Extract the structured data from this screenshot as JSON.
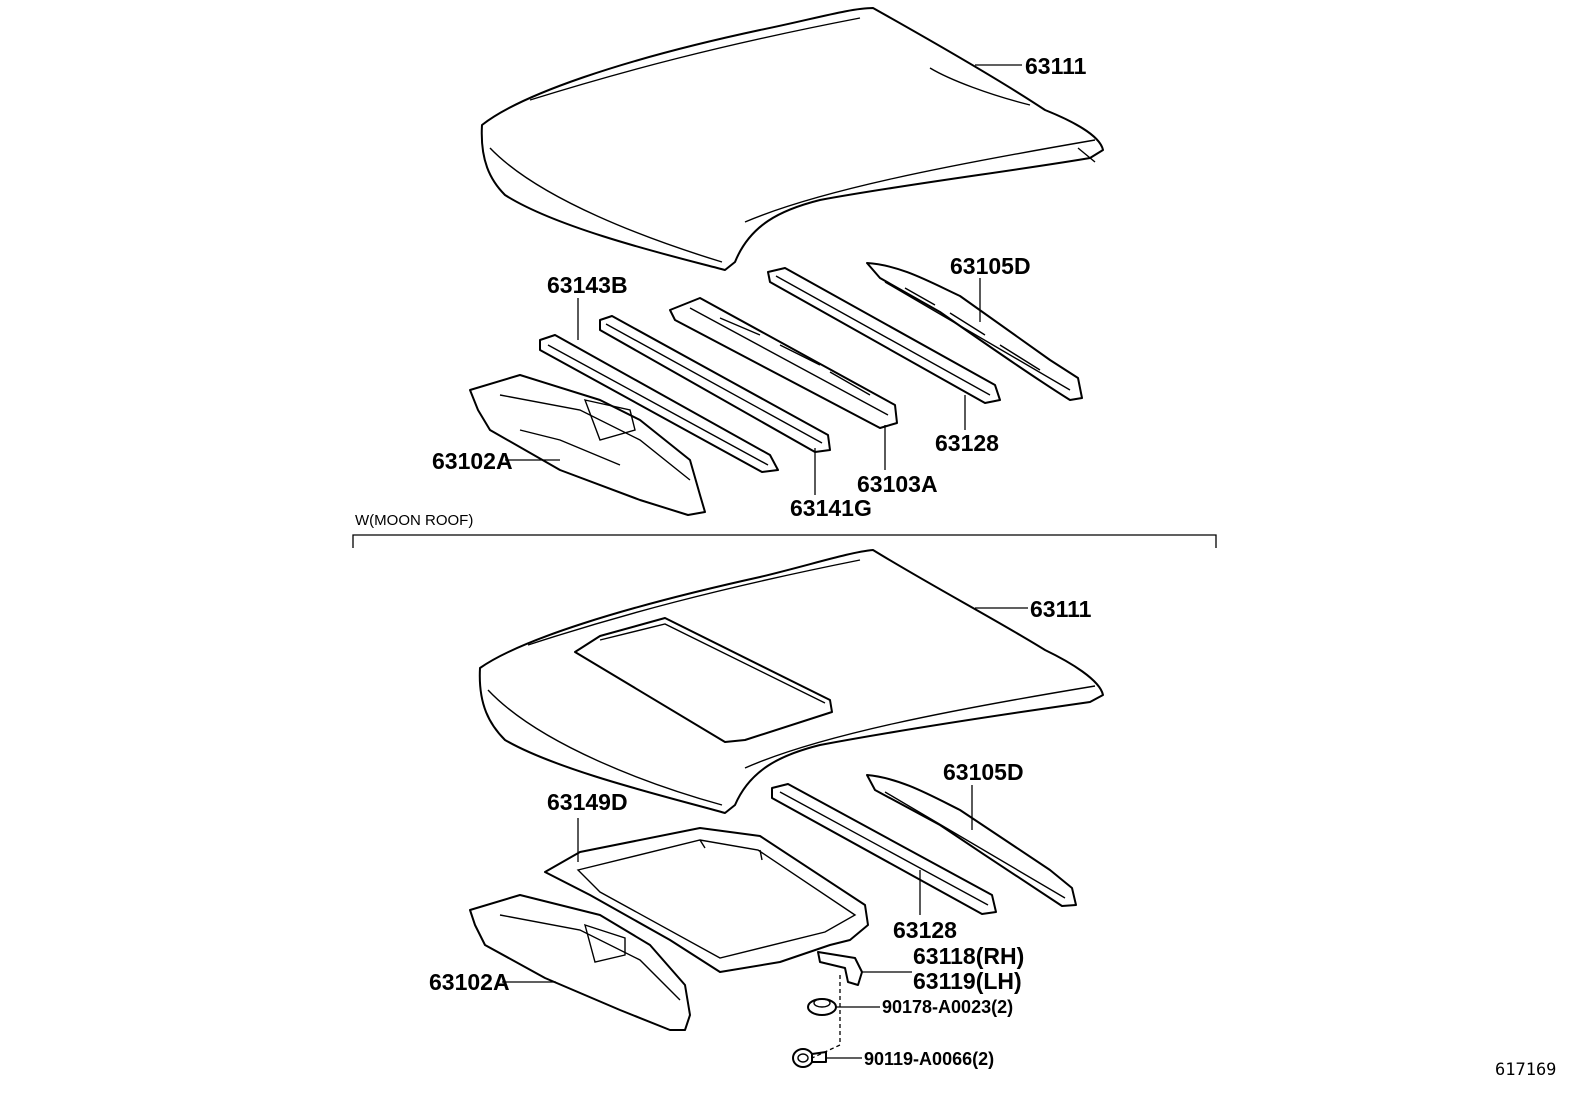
{
  "figure_number": "617169",
  "section_moonroof": {
    "title": "W(MOON ROOF)"
  },
  "top_assembly": {
    "labels": {
      "roof_panel": "63111",
      "reinforcement_d": "63105D",
      "reinforcement_b": "63143B",
      "rail_63128": "63128",
      "reinforcement_a": "63103A",
      "rail_g": "63141G",
      "front_header": "63102A"
    }
  },
  "moonroof_assembly": {
    "labels": {
      "roof_panel": "63111",
      "reinforcement_d": "63105D",
      "reinforcement_frame": "63149D",
      "rail_63128": "63128",
      "bracket_rh": "63118(RH)",
      "bracket_lh": "63119(LH)",
      "nut": "90178-A0023(2)",
      "bolt": "90119-A0066(2)",
      "front_header": "63102A"
    }
  }
}
